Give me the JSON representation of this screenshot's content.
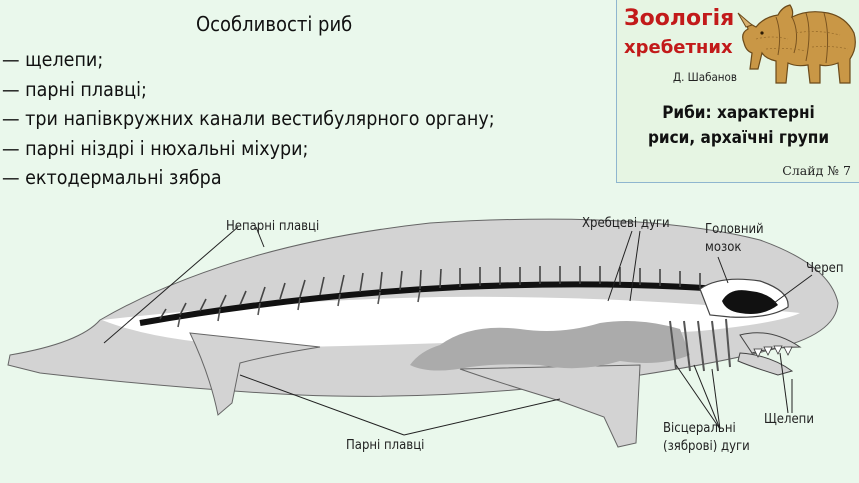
{
  "heading": "Особливості риб",
  "features": [
    "— щелепи;",
    "— парні плавці;",
    "— три напівкружних канали вестибулярного органу;",
    "— парні ніздрі і нюхальні міхури;",
    "— ектодермальні зябра"
  ],
  "course": {
    "title_line1": "Зоологія",
    "title_line2": "хребетних",
    "author": "Д. Шабанов",
    "lecture_line1": "Риби: характерні",
    "lecture_line2": "риси, архаїчні групи",
    "slide_number": "Слайд № 7"
  },
  "diagram_labels": {
    "unpaired_fins": "Непарні плавці",
    "vertebral_arches": "Хребцеві дуги",
    "brain_line1": "Головний",
    "brain_line2": "мозок",
    "skull": "Череп",
    "jaws": "Щелепи",
    "visceral_line1": "Вісцеральні",
    "visceral_line2": "(зяброві) дуги",
    "paired_fins": "Парні плавці"
  }
}
